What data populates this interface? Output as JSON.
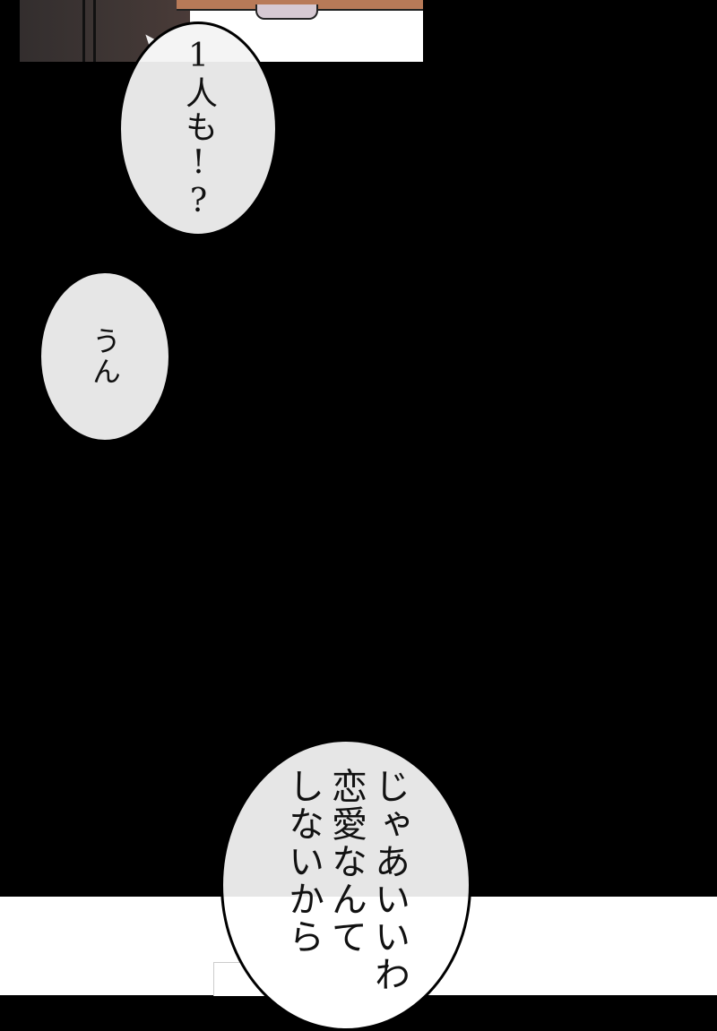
{
  "panels": {
    "top_panel": {
      "description": "dark hair with shelf and white wall"
    }
  },
  "bubbles": [
    {
      "id": "bubble-1",
      "text": "1人も!?"
    },
    {
      "id": "bubble-2",
      "text": "うん"
    },
    {
      "id": "bubble-3",
      "text": "じゃあいいわ\n恋愛なんて\nしないから"
    }
  ],
  "colors": {
    "background": "#000000",
    "bubble_fill": "#e6e6e6",
    "shelf": "#b87a58",
    "tab": "#d6c9d2"
  }
}
